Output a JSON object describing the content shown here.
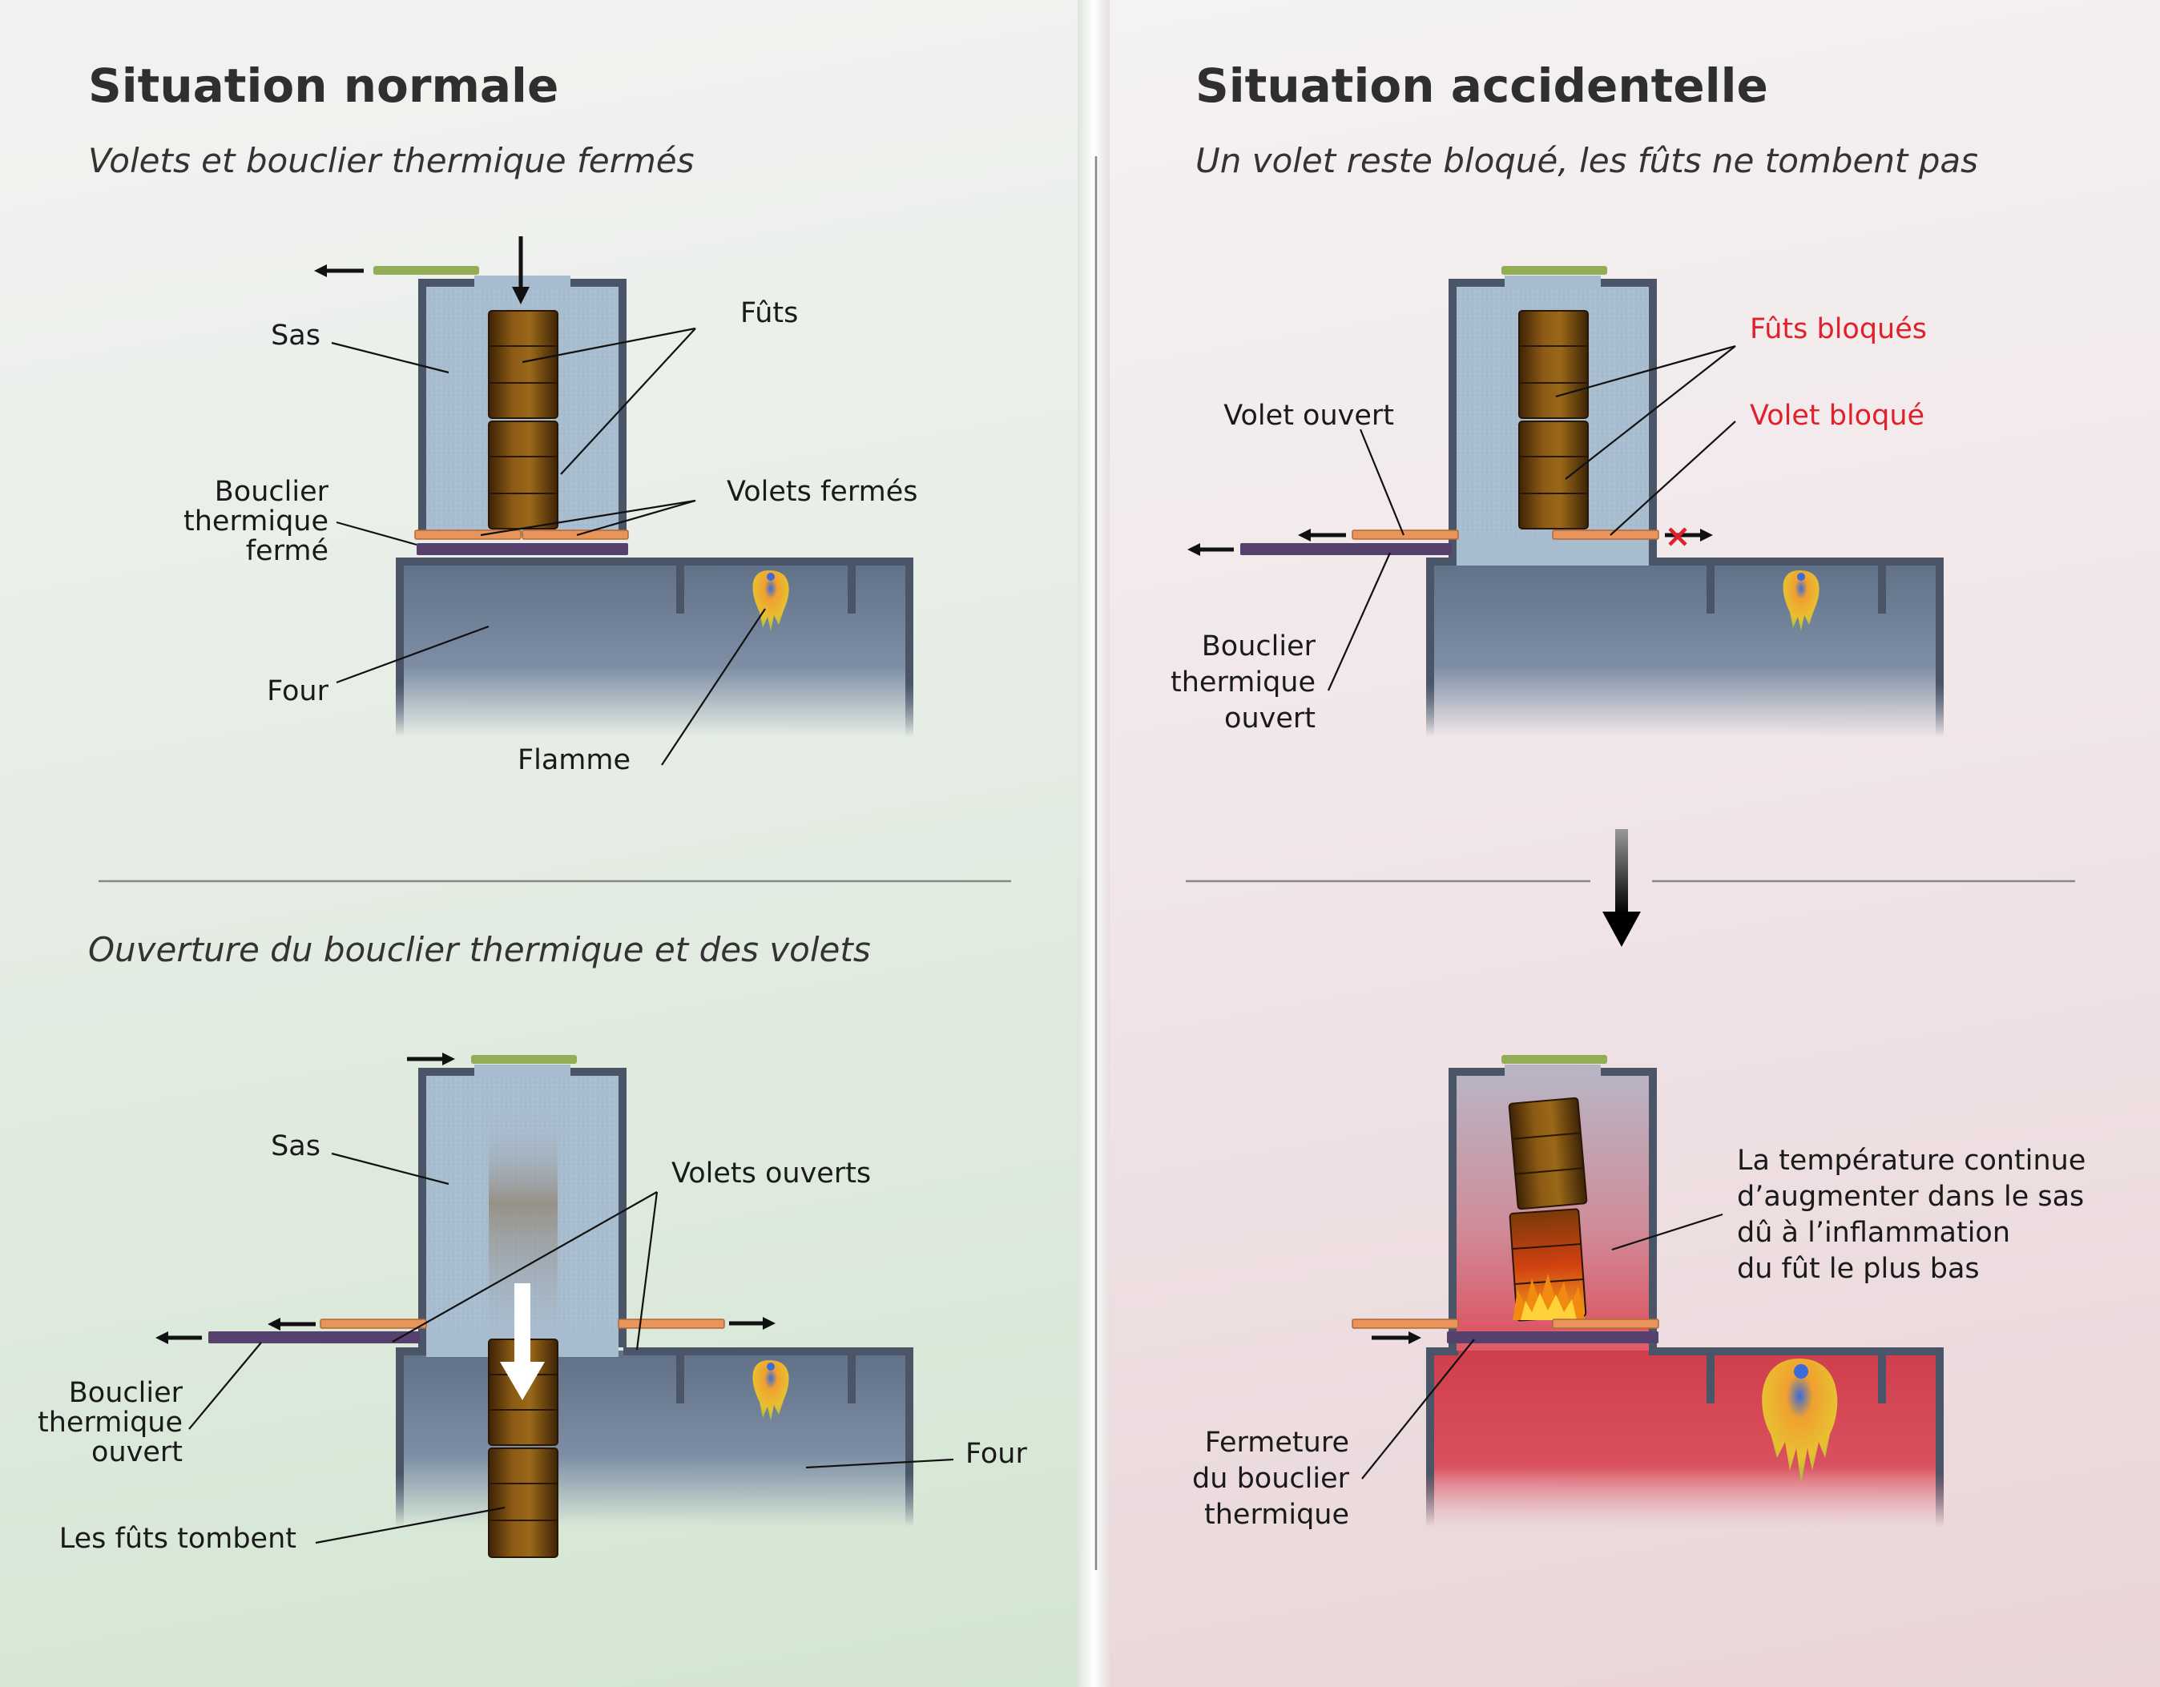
{
  "colors": {
    "left_bg": "#e4ece3",
    "right_bg": "#f0e4e6",
    "chamber": "#a8bccf",
    "wall": "#4a5668",
    "oven": "#6d7f95",
    "oven_hot": "#d0424f",
    "barrel": "#7a4a0e",
    "shutter": "#e8945a",
    "shield": "#55406e",
    "lid": "#92ad55",
    "warning_red": "#e0202a"
  },
  "normal": {
    "title": "Situation normale",
    "top": {
      "subtitle": "Volets et bouclier thermique fermés",
      "labels": {
        "sas": "Sas",
        "futs": "Fûts",
        "bouclier_l1": "Bouclier",
        "bouclier_l2": "thermique",
        "bouclier_l3": "fermé",
        "volets": "Volets fermés",
        "four": "Four",
        "flamme": "Flamme"
      }
    },
    "bottom": {
      "subtitle": "Ouverture du bouclier thermique et des volets",
      "labels": {
        "sas": "Sas",
        "volets": "Volets ouverts",
        "bouclier_l1": "Bouclier",
        "bouclier_l2": "thermique",
        "bouclier_l3": "ouvert",
        "four": "Four",
        "futs_tombent": "Les fûts tombent"
      }
    }
  },
  "accident": {
    "title": "Situation accidentelle",
    "top": {
      "subtitle": "Un volet reste bloqué, les fûts ne tombent pas",
      "labels": {
        "volet_ouvert": "Volet ouvert",
        "futs_bloques": "Fûts bloqués",
        "volet_bloque": "Volet bloqué",
        "bouclier_l1": "Bouclier",
        "bouclier_l2": "thermique",
        "bouclier_l3": "ouvert"
      }
    },
    "bottom": {
      "labels": {
        "temp_l1": "La température continue",
        "temp_l2": "d’augmenter dans le sas",
        "temp_l3": "dû à l’inflammation",
        "temp_l4": "du fût le plus bas",
        "fermeture_l1": "Fermeture",
        "fermeture_l2": "du bouclier",
        "fermeture_l3": "thermique"
      }
    }
  }
}
